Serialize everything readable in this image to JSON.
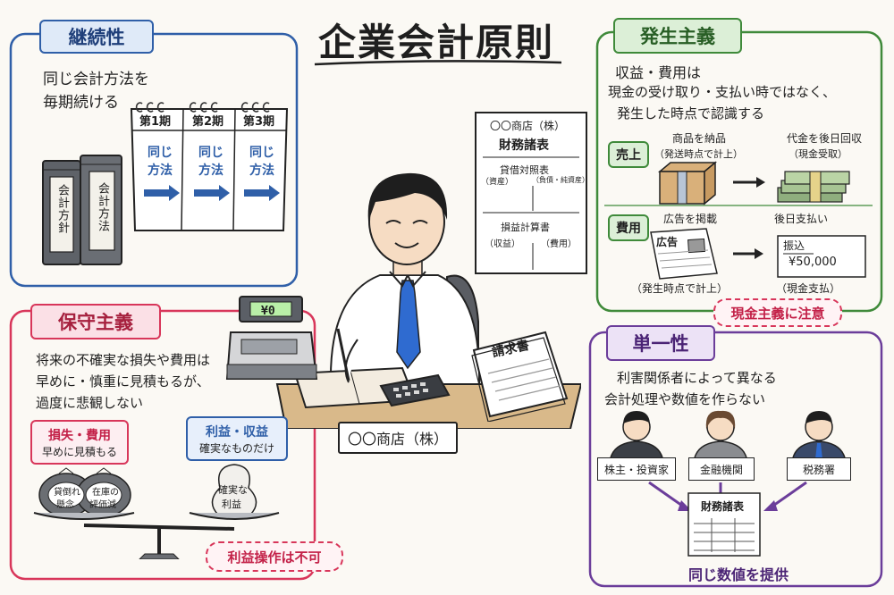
{
  "title": "企業会計原則",
  "keizoku": {
    "heading": "継続性",
    "desc": [
      "同じ会計方法を",
      "毎期続ける"
    ],
    "book_label": "会計方針",
    "book_label2": "会計方法",
    "periods": [
      "第1期",
      "第2期",
      "第3期"
    ],
    "method": [
      "同じ",
      "方法"
    ]
  },
  "hassei": {
    "heading": "発生主義",
    "desc": [
      "収益・費用は",
      "現金の受け取り・支払い時ではなく、",
      "発生した時点で認識する"
    ],
    "sales_tag": "売上",
    "sales_left": [
      "商品を納品",
      "（発送時点で計上）"
    ],
    "sales_right": [
      "代金を後日回収",
      "（現金受取）"
    ],
    "cost_tag": "費用",
    "cost_left": "広告を掲載",
    "cost_right": "後日支払い",
    "ad_label": "広告",
    "transfer_label": "振込",
    "transfer_amount": "¥50,000",
    "cost_left_note": "（発生時点で計上）",
    "cost_right_note": "（現金支払）",
    "warning": "現金主義に注意"
  },
  "center": {
    "statement_company": "〇〇商店（株）",
    "statement_title": "財務諸表",
    "bs_title": "貸借対照表",
    "bs_left": "（資産）",
    "bs_right": "（負債・純資産）",
    "pl_title": "損益計算書",
    "pl_left": "（収益）",
    "pl_right": "（費用）",
    "register": "¥0",
    "invoice": "請求書",
    "nameplate": "〇〇商店（株）"
  },
  "hoshu": {
    "heading": "保守主義",
    "desc": [
      "将来の不確実な損失や費用は",
      "早めに・慎重に見積もるが、",
      "過度に悲観しない"
    ],
    "loss_title": "損失・費用",
    "loss_sub": "早めに見積もる",
    "profit_title": "利益・収益",
    "profit_sub": "確実なものだけ",
    "bag1": [
      "貸倒れ",
      "懸念"
    ],
    "bag2": [
      "在庫の",
      "評価減"
    ],
    "bag3": [
      "確実な",
      "利益"
    ],
    "warning": "利益操作は不可"
  },
  "tanitsu": {
    "heading": "単一性",
    "desc": [
      "利害関係者によって異なる",
      "会計処理や数値を作らない"
    ],
    "stakeholders": [
      "株主・投資家",
      "金融機関",
      "税務署"
    ],
    "doc_title": "財務諸表",
    "footer": "同じ数値を提供"
  },
  "colors": {
    "blue": "#2f5fa8",
    "green": "#3f8a3a",
    "red": "#d8365a",
    "purple": "#6b3d9a",
    "tie": "#2f6bd0",
    "desk": "#d9b98a"
  }
}
